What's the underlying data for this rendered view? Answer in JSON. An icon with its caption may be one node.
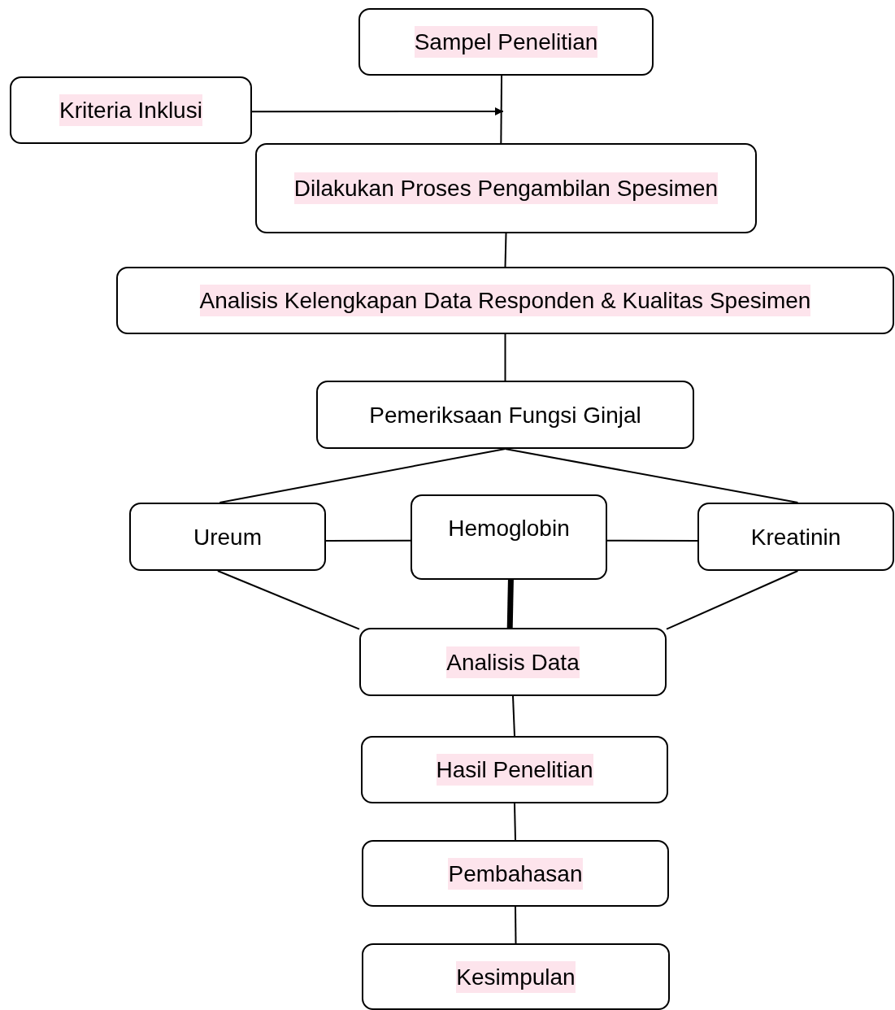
{
  "diagram": {
    "nodes": [
      {
        "text": [
          "Sampel Penelitian"
        ]
      },
      {
        "text": [
          "Kriteria Inklusi"
        ]
      },
      {
        "text": [
          "Dilakukan Proses Pengambilan Spesimen"
        ]
      },
      {
        "text": [
          "Analisis Kelengkapan Data Responden & Kualitas Spesimen"
        ]
      },
      {
        "text": [
          "Pemeriksaan Fungsi Ginjal"
        ]
      },
      {
        "text": [
          "Ureum"
        ]
      },
      {
        "text": [
          "Hemoglobin"
        ]
      },
      {
        "text": [
          "Kreatinin"
        ]
      },
      {
        "text": [
          "Analisis Data"
        ]
      },
      {
        "text": [
          "Hasil Penelitian"
        ]
      },
      {
        "text": [
          "Pembahasan"
        ]
      },
      {
        "text": [
          "Kesimpulan"
        ]
      }
    ],
    "edges": [
      {
        "from": 0,
        "to": 2,
        "arrow": "none"
      },
      {
        "from": 1,
        "to": null,
        "arrow": "to"
      },
      {
        "from": 2,
        "to": 3,
        "arrow": "none"
      },
      {
        "from": 3,
        "to": 4,
        "arrow": "none"
      },
      {
        "from": 4,
        "to": 5,
        "arrow": "none"
      },
      {
        "from": 4,
        "to": 7,
        "arrow": "none"
      },
      {
        "from": 5,
        "to": 6,
        "arrow": "none"
      },
      {
        "from": 6,
        "to": 7,
        "arrow": "none"
      },
      {
        "from": 6,
        "to": 8,
        "arrow": "none",
        "style": "thick"
      },
      {
        "from": 5,
        "to": 8,
        "arrow": "none"
      },
      {
        "from": 7,
        "to": 8,
        "arrow": "none"
      },
      {
        "from": 8,
        "to": 9,
        "arrow": "none"
      },
      {
        "from": 9,
        "to": 10,
        "arrow": "none"
      },
      {
        "from": 10,
        "to": 11,
        "arrow": "none"
      }
    ]
  }
}
